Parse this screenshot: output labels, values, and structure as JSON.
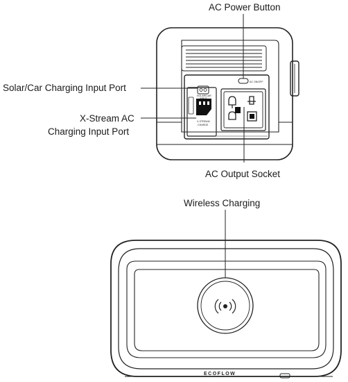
{
  "labels": {
    "ac_power_button": "AC Power Button",
    "solar_car_input": "Solar/Car Charging Input Port",
    "xstream_line1": "X-Stream AC",
    "xstream_line2": "Charging Input Port",
    "ac_output_socket": "AC Output Socket",
    "wireless_charging": "Wireless Charging"
  },
  "device_markings": {
    "ac_on_off": "AC ON/OFF",
    "solar_input_line1": "SOLAR/CAR",
    "solar_input_line2": "INPUT",
    "xstream_line1": "X-STREAM",
    "xstream_line2": "CHARGE",
    "brand": "ECOFLOW"
  }
}
